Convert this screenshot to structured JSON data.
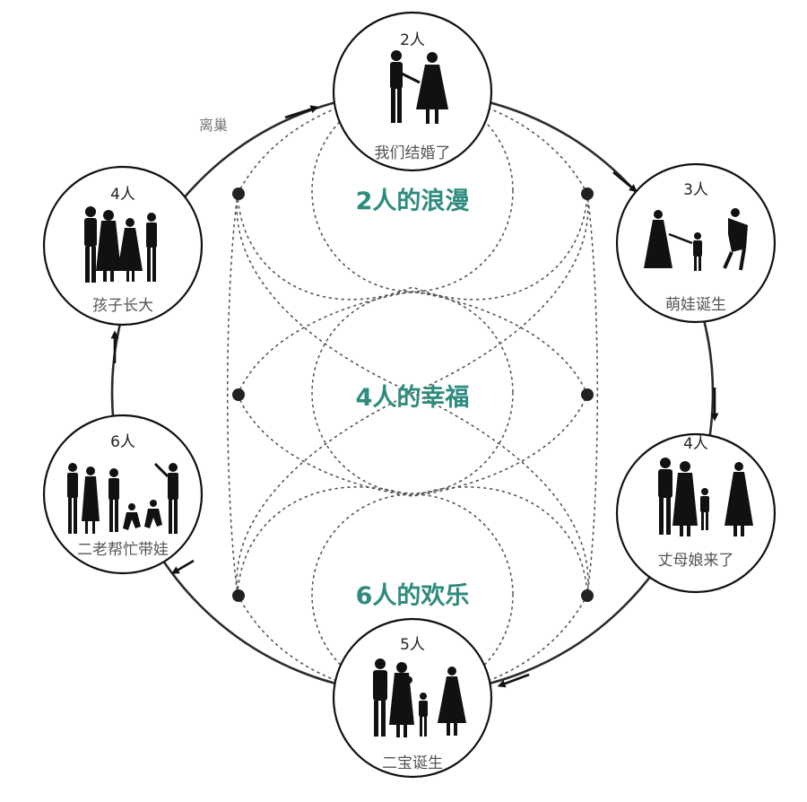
{
  "colors": {
    "accent": "#2e8b7e",
    "ring": "#2b2b2b",
    "caption": "#555555"
  },
  "center_labels": {
    "top": "2人的浪漫",
    "middle": "4人的幸福",
    "bottom": "6人的欢乐"
  },
  "side_label": "离巢",
  "stages": [
    {
      "count": "2人",
      "caption": "我们结婚了",
      "icon": "couple-silhouette-icon"
    },
    {
      "count": "3人",
      "caption": "萌娃诞生",
      "icon": "family-of-three-silhouette-icon"
    },
    {
      "count": "4人",
      "caption": "丈母娘来了",
      "icon": "family-with-mother-in-law-silhouette-icon"
    },
    {
      "count": "5人",
      "caption": "二宝诞生",
      "icon": "family-of-five-silhouette-icon"
    },
    {
      "count": "6人",
      "caption": "二老帮忙带娃",
      "icon": "family-of-six-silhouette-icon"
    },
    {
      "count": "4人",
      "caption": "孩子长大",
      "icon": "grown-family-silhouette-icon"
    }
  ]
}
